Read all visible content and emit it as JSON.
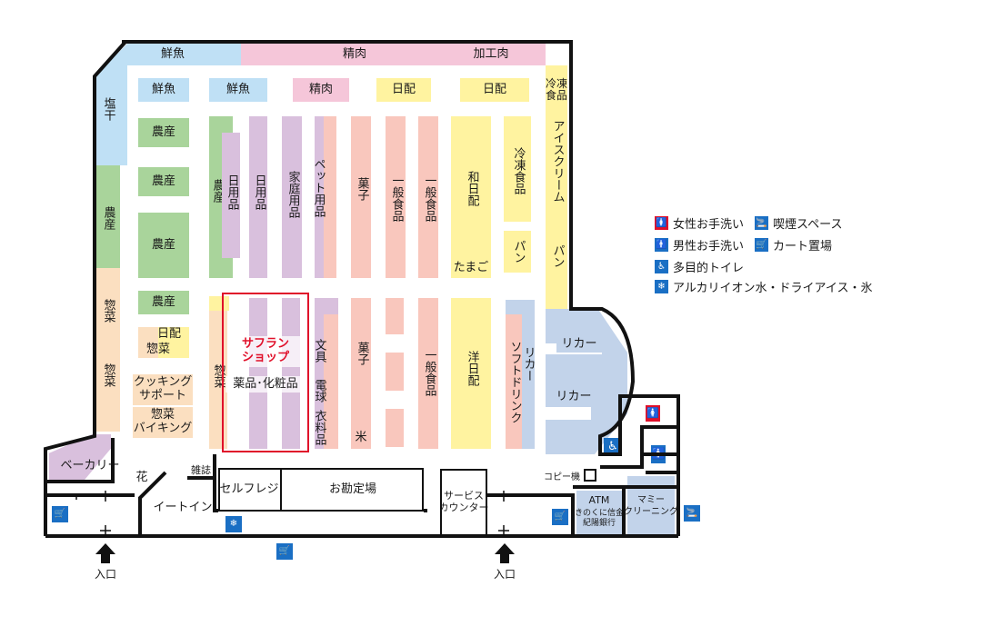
{
  "colors": {
    "fish": "#bfe0f5",
    "meat": "#f5c6d9",
    "produce": "#a9d49b",
    "daily": "#fff3a0",
    "deli": "#fbdfc0",
    "daily_goods": "#d9c0dd",
    "snacks": "#f9c7bd",
    "liquor": "#c2d3ea",
    "wall": "#111111",
    "shop_outline": "#e0102a",
    "wc_women": "#e0102a",
    "icon_blue": "#1a6fc4"
  },
  "perimeter": {
    "top_fish": "鮮魚",
    "top_meat": "精肉",
    "top_processed_meat": "加工肉",
    "left_salted": "塩干",
    "left_produce": "農産",
    "left_deli_1": "惣菜",
    "left_deli_2": "惣菜",
    "right_frozen": "冷凍食品",
    "right_icecream": "アイスクリーム",
    "right_bread": "パン",
    "bakery": "ベーカリー"
  },
  "shelves": {
    "fish_1": "鮮魚",
    "fish_2": "鮮魚",
    "meat": "精肉",
    "daily_1": "日配",
    "daily_2": "日配",
    "produce_1": "農産",
    "produce_2": "農産",
    "produce_3": "農産",
    "produce_4": "農産",
    "produce_tall": "農産",
    "daily_goods_1": "日用品",
    "daily_goods_2": "日用品",
    "household": "家庭用品",
    "pet": "ペット用品",
    "snacks_1": "菓子",
    "general_1": "一般食品",
    "general_2": "一般食品",
    "japanese_daily": "和日配",
    "eggs": "たまご",
    "frozen": "冷凍食品",
    "bread": "パン",
    "daily_deli_a": "日配",
    "daily_deli_b": "惣菜",
    "cooking_support": "クッキング\nサポート",
    "deli_viking": "惣菜\nバイキング",
    "deli_vertical": "惣菜",
    "shop_name": "サフラン\nショップ",
    "shop_sub": "薬品･化粧品",
    "stationery": "文具",
    "bulbs": "電球",
    "clothing": "衣料品",
    "snacks_2": "菓子",
    "rice": "米",
    "general_3": "一般食品",
    "western_daily": "洋日配",
    "soft_drinks": "ソフトドリンク",
    "liquor_vertical": "リカー",
    "liquor_1": "リカー",
    "liquor_2": "リカー"
  },
  "front": {
    "flowers": "花",
    "magazines": "雑誌",
    "self_register": "セルフレジ",
    "checkout": "お勘定場",
    "eat_in": "イートイン",
    "service_counter": "サービス\nカウンター",
    "copier": "コピー機",
    "atm": "ATM",
    "atm_sub": "きのくに信金\n紀陽銀行",
    "dry_cleaning": "マミー\nクリーニング",
    "entrance_1": "入口",
    "entrance_2": "入口"
  },
  "legend": [
    {
      "icon": "wc-women-icon",
      "label": "女性お手洗い"
    },
    {
      "icon": "smoking-area-icon",
      "label": "喫煙スペース"
    },
    {
      "icon": "wc-men-icon",
      "label": "男性お手洗い"
    },
    {
      "icon": "cart-storage-icon",
      "label": "カート置場"
    },
    {
      "icon": "accessible-toilet-icon",
      "label": "多目的トイレ"
    },
    {
      "icon": "alkaline-water-icon",
      "label": "アルカリイオン水・ドライアイス・氷"
    }
  ]
}
